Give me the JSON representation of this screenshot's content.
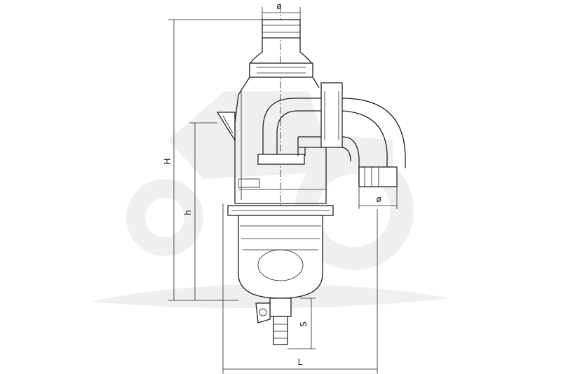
{
  "drawing": {
    "dimensions": {
      "top_inlet_diameter": "ø",
      "side_outlet_diameter": "ø",
      "overall_height": "H",
      "lower_height": "h",
      "drain_length": "S",
      "overall_length": "L"
    },
    "colors": {
      "line": "#222222",
      "watermark": "#efefef",
      "background": "#ffffff"
    },
    "watermark_icon": "tractor-silhouette-icon"
  }
}
